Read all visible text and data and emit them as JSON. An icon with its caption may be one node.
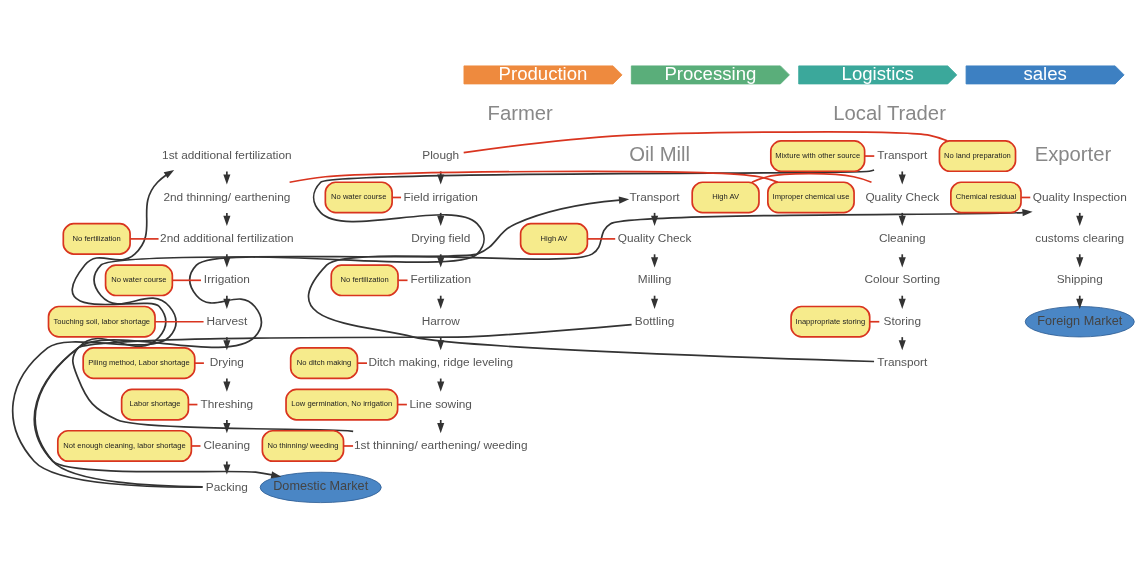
{
  "diagram": {
    "nodes": [
      {
        "text": [
          "Production"
        ]
      },
      {
        "text": [
          "Processing"
        ]
      },
      {
        "text": [
          "Logistics"
        ]
      },
      {
        "text": [
          "sales"
        ]
      },
      {
        "text": [
          "Plough"
        ]
      },
      {
        "text": [
          "Field irrigation"
        ]
      },
      {
        "text": [
          "Drying field"
        ]
      },
      {
        "text": [
          "Fertilization"
        ]
      },
      {
        "text": [
          "Harrow"
        ]
      },
      {
        "text": [
          "Ditch making, ridge leveling"
        ]
      },
      {
        "text": [
          "Line sowing"
        ]
      },
      {
        "text": [
          "1st thinning/ earthening/ weeding"
        ]
      },
      {
        "text": [
          "1st additional fertilization"
        ]
      },
      {
        "text": [
          "2nd thinning/ earthening"
        ]
      },
      {
        "text": [
          "2nd additional fertilization"
        ]
      },
      {
        "text": [
          "Irrigation"
        ]
      },
      {
        "text": [
          "Harvest"
        ]
      },
      {
        "text": [
          "Drying"
        ]
      },
      {
        "text": [
          "Threshing"
        ]
      },
      {
        "text": [
          "Cleaning"
        ]
      },
      {
        "text": [
          "Packing"
        ]
      },
      {
        "text": [
          "Transport"
        ]
      },
      {
        "text": [
          "Quality Check"
        ]
      },
      {
        "text": [
          "Milling"
        ]
      },
      {
        "text": [
          "Bottling"
        ]
      },
      {
        "text": [
          "Transport"
        ]
      },
      {
        "text": [
          "Quality Check"
        ]
      },
      {
        "text": [
          "Cleaning"
        ]
      },
      {
        "text": [
          "Colour Sorting"
        ]
      },
      {
        "text": [
          "Storing"
        ]
      },
      {
        "text": [
          "Transport"
        ]
      },
      {
        "text": [
          "Quality Inspection"
        ]
      },
      {
        "text": [
          "customs clearing"
        ]
      },
      {
        "text": [
          "Shipping"
        ]
      },
      {
        "text": [
          "Foreign Market"
        ]
      },
      {
        "text": [
          "Domestic Market"
        ]
      },
      {
        "text": [
          "No land preparation"
        ]
      },
      {
        "text": [
          "No water course"
        ]
      },
      {
        "text": [
          "No fertilization"
        ]
      },
      {
        "text": [
          "No ditch making"
        ]
      },
      {
        "text": [
          "Low germination, No irrigation"
        ]
      },
      {
        "text": [
          "No thinning/ weeding"
        ]
      },
      {
        "text": [
          "Improper chemical use"
        ]
      },
      {
        "text": [
          "No fertilization"
        ]
      },
      {
        "text": [
          "No water course"
        ]
      },
      {
        "text": [
          "Touching soil, labor shortage"
        ]
      },
      {
        "text": [
          "Piling method, Labor shortage"
        ]
      },
      {
        "text": [
          "Labor shortage"
        ]
      },
      {
        "text": [
          "Not enough cleaning, labor shortage"
        ]
      },
      {
        "text": [
          "Mixture with other source"
        ]
      },
      {
        "text": [
          "High AV"
        ]
      },
      {
        "text": [
          "High AV"
        ]
      },
      {
        "text": [
          "Inappropriate storing"
        ]
      },
      {
        "text": [
          "Chemical residual"
        ]
      }
    ],
    "edges": [
      {
        "from": 4,
        "to": 5,
        "arrow": "to"
      },
      {
        "from": 5,
        "to": 6,
        "arrow": "to"
      },
      {
        "from": 6,
        "to": 7,
        "arrow": "to"
      },
      {
        "from": 7,
        "to": 8,
        "arrow": "to"
      },
      {
        "from": 8,
        "to": 9,
        "arrow": "to"
      },
      {
        "from": 9,
        "to": 10,
        "arrow": "to"
      },
      {
        "from": 10,
        "to": 11,
        "arrow": "to"
      },
      {
        "from": 11,
        "to": 12,
        "arrow": "to"
      },
      {
        "from": 12,
        "to": 13,
        "arrow": "to"
      },
      {
        "from": 13,
        "to": 14,
        "arrow": "to"
      },
      {
        "from": 14,
        "to": 15,
        "arrow": "to"
      },
      {
        "from": 15,
        "to": 16,
        "arrow": "to"
      },
      {
        "from": 16,
        "to": 17,
        "arrow": "to"
      },
      {
        "from": 17,
        "to": 18,
        "arrow": "to"
      },
      {
        "from": 18,
        "to": 19,
        "arrow": "to"
      },
      {
        "from": 19,
        "to": 20,
        "arrow": "to"
      },
      {
        "from": 20,
        "to": 21,
        "arrow": "to"
      },
      {
        "from": 20,
        "to": 25,
        "arrow": "none"
      },
      {
        "from": 21,
        "to": 22,
        "arrow": "to"
      },
      {
        "from": 22,
        "to": 23,
        "arrow": "to"
      },
      {
        "from": 23,
        "to": 24,
        "arrow": "to"
      },
      {
        "from": 24,
        "to": 35,
        "arrow": "to"
      },
      {
        "from": 25,
        "to": 26,
        "arrow": "to"
      },
      {
        "from": 26,
        "to": 27,
        "arrow": "to"
      },
      {
        "from": 27,
        "to": 28,
        "arrow": "to"
      },
      {
        "from": 28,
        "to": 29,
        "arrow": "to"
      },
      {
        "from": 29,
        "to": 30,
        "arrow": "to"
      },
      {
        "from": 30,
        "to": 31,
        "arrow": "to"
      },
      {
        "from": 31,
        "to": 32,
        "arrow": "to"
      },
      {
        "from": 32,
        "to": 33,
        "arrow": "to"
      },
      {
        "from": 33,
        "to": 34,
        "arrow": "to"
      },
      {
        "from": 36,
        "to": 4,
        "arrow": "none",
        "color": "#d9341f"
      },
      {
        "from": 37,
        "to": 5,
        "arrow": "none",
        "color": "#d9341f"
      },
      {
        "from": 38,
        "to": 7,
        "arrow": "none",
        "color": "#d9341f"
      },
      {
        "from": 39,
        "to": 9,
        "arrow": "none",
        "color": "#d9341f"
      },
      {
        "from": 40,
        "to": 10,
        "arrow": "none",
        "color": "#d9341f"
      },
      {
        "from": 41,
        "to": 11,
        "arrow": "none",
        "color": "#d9341f"
      },
      {
        "from": 42,
        "to": 13,
        "arrow": "none",
        "color": "#d9341f"
      },
      {
        "from": 43,
        "to": 14,
        "arrow": "none",
        "color": "#d9341f"
      },
      {
        "from": 44,
        "to": 15,
        "arrow": "none",
        "color": "#d9341f"
      },
      {
        "from": 45,
        "to": 16,
        "arrow": "none",
        "color": "#d9341f"
      },
      {
        "from": 46,
        "to": 17,
        "arrow": "none",
        "color": "#d9341f"
      },
      {
        "from": 47,
        "to": 18,
        "arrow": "none",
        "color": "#d9341f"
      },
      {
        "from": 48,
        "to": 19,
        "arrow": "none",
        "color": "#d9341f"
      },
      {
        "from": 49,
        "to": 25,
        "arrow": "none",
        "color": "#d9341f"
      },
      {
        "from": 50,
        "to": 26,
        "arrow": "none",
        "color": "#d9341f"
      },
      {
        "from": 51,
        "to": 22,
        "arrow": "none",
        "color": "#d9341f"
      },
      {
        "from": 52,
        "to": 29,
        "arrow": "none",
        "color": "#d9341f"
      },
      {
        "from": 53,
        "to": 31,
        "arrow": "none",
        "color": "#d9341f"
      }
    ],
    "labels": [
      "Farmer",
      "Oil Mill",
      "Local Trader",
      "Exporter"
    ]
  }
}
